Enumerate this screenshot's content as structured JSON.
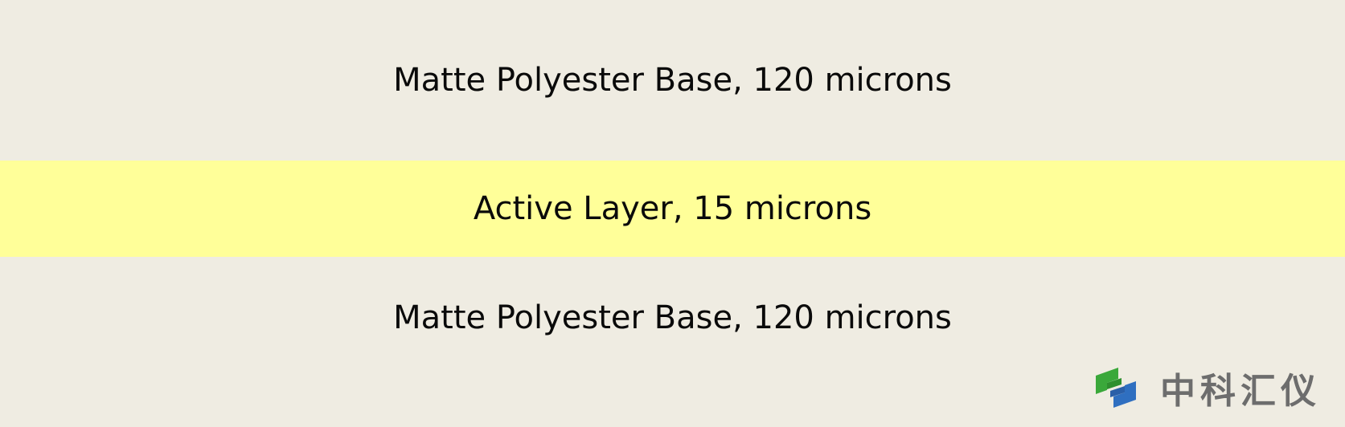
{
  "layers": {
    "top": {
      "label": "Matte Polyester Base, 120 microns",
      "color": "#efece2"
    },
    "middle": {
      "label": "Active Layer, 15 microns",
      "color": "#ffff99"
    },
    "bottom": {
      "label": "Matte Polyester Base, 120 microns",
      "color": "#efece2"
    }
  },
  "watermark": {
    "text": "中科汇仪",
    "icon": "zhongke-logo-icon",
    "colors": {
      "green": "#3aa83a",
      "blue": "#2f6fc0",
      "text": "#6d6d6d"
    }
  }
}
